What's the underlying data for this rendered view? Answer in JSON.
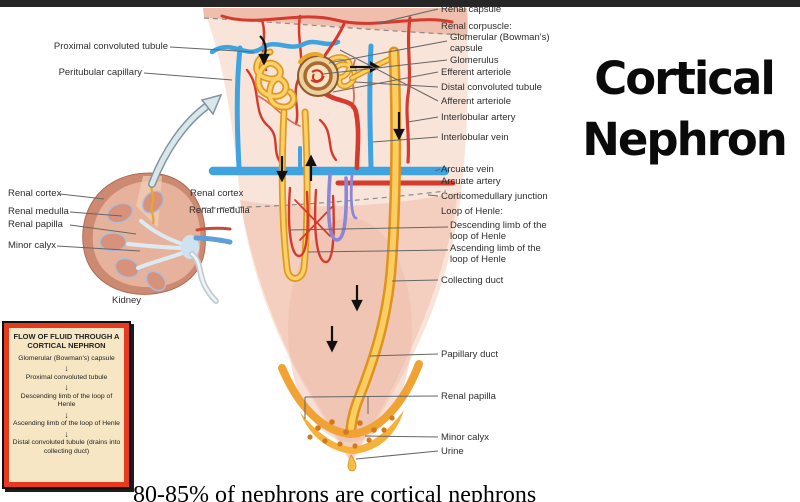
{
  "title": {
    "line1": "Cortical",
    "line2": "Nephron"
  },
  "bottom_caption": "80-85% of nephrons are cortical nephrons",
  "labels": {
    "left": [
      {
        "text": "Proximal convoluted tubule"
      },
      {
        "text": "Peritubular capillary"
      }
    ],
    "kidney_inset": [
      {
        "text": "Renal cortex"
      },
      {
        "text": "Renal medulla"
      },
      {
        "text": "Renal papilla"
      },
      {
        "text": "Minor calyx"
      }
    ],
    "kidney_caption": "Kidney",
    "mid": [
      {
        "text": "Renal cortex"
      },
      {
        "text": "Renal medulla"
      }
    ],
    "right": [
      {
        "text": "Renal capsule"
      },
      {
        "text": "Renal corpuscle:"
      },
      {
        "text": "Glomerular (Bowman's) capsule"
      },
      {
        "text": "Glomerulus"
      },
      {
        "text": "Efferent arteriole"
      },
      {
        "text": "Distal convoluted tubule"
      },
      {
        "text": "Afferent arteriole"
      },
      {
        "text": "Interlobular artery"
      },
      {
        "text": "Interlobular vein"
      },
      {
        "text": "Arcuate vein"
      },
      {
        "text": "Arcuate artery"
      },
      {
        "text": "Corticomedullary junction"
      },
      {
        "text": "Loop of Henle:"
      },
      {
        "text": "Descending limb of the loop of Henle"
      },
      {
        "text": "Ascending limb of the loop of Henle"
      },
      {
        "text": "Collecting duct"
      },
      {
        "text": "Papillary duct"
      },
      {
        "text": "Renal papilla"
      },
      {
        "text": "Minor calyx"
      },
      {
        "text": "Urine"
      }
    ]
  },
  "flow_box": {
    "title": "FLOW OF FLUID THROUGH A CORTICAL NEPHRON",
    "arrow": "↓",
    "steps": [
      "Glomerular (Bowman's) capsule",
      "Proximal convoluted tubule",
      "Descending limb of the loop of Henle",
      "Ascending limb of the loop of Henle",
      "Distal convoluted tubule (drains into collecting duct)"
    ]
  },
  "colors": {
    "artery_red": "#d63a2c",
    "vein_blue": "#3fa3e0",
    "tubule_yellow": "#f0b232",
    "tissue_pink": "#f8e2d7",
    "box_border_red": "#e6391d",
    "box_bg": "#f6e6c3",
    "title_black": "#0a0a0a",
    "topbar": "#262626"
  }
}
